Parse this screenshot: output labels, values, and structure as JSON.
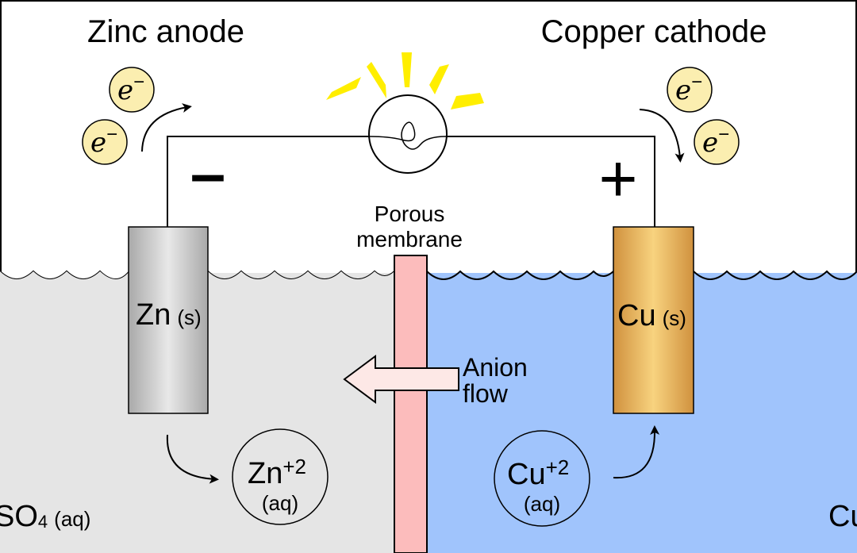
{
  "anode": {
    "title": "Zinc anode",
    "sign": "–",
    "metal": "Zn",
    "metal_state": "(s)",
    "ion": "Zn",
    "ion_charge": "+2",
    "ion_state": "(aq)",
    "solution_main": "SO",
    "solution_sub": "4",
    "solution_state": "(aq)"
  },
  "cathode": {
    "title": "Copper cathode",
    "sign": "+",
    "metal": "Cu",
    "metal_state": "(s)",
    "ion": "Cu",
    "ion_charge": "+2",
    "ion_state": "(aq)",
    "solution_partial": "Cu"
  },
  "membrane": {
    "line1": "Porous",
    "line2": "membrane"
  },
  "anion_flow": {
    "line1": "Anion",
    "line2": "flow"
  },
  "electron": {
    "symbol": "e",
    "charge": "−"
  },
  "colors": {
    "anode_solution": "#e5e5e5",
    "cathode_solution": "#a0c4fc",
    "membrane": "#fcbcbc",
    "electron_fill": "#fbeeb0",
    "light_rays": "#ffee00",
    "zinc_light": "#e8e8e8",
    "zinc_dark": "#a9a9a9",
    "copper_light": "#f8d37f",
    "copper_dark": "#d0913e",
    "arrow_fill": "#fde8e6"
  }
}
